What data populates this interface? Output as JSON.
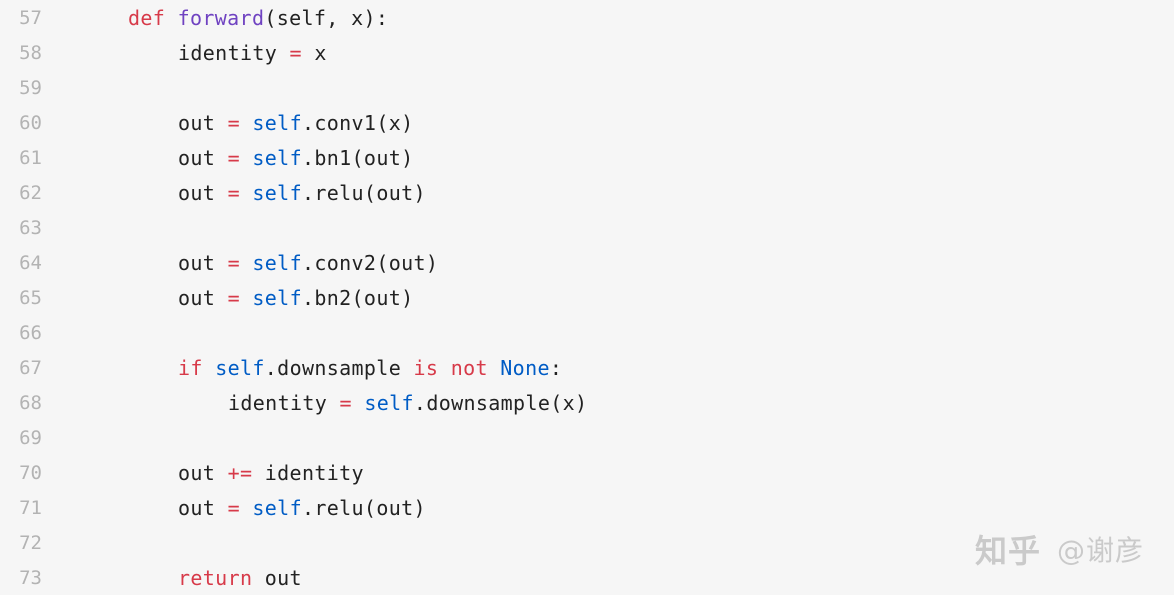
{
  "code": {
    "lines": [
      {
        "n": "57",
        "indent": 0,
        "tokens": [
          {
            "t": "def",
            "c": "kw"
          },
          {
            "t": " ",
            "c": "plain"
          },
          {
            "t": "forward",
            "c": "fn"
          },
          {
            "t": "(self, x):",
            "c": "plain"
          }
        ]
      },
      {
        "n": "58",
        "indent": 1,
        "tokens": [
          {
            "t": "identity ",
            "c": "plain"
          },
          {
            "t": "=",
            "c": "op"
          },
          {
            "t": " x",
            "c": "plain"
          }
        ]
      },
      {
        "n": "59",
        "indent": 0,
        "tokens": []
      },
      {
        "n": "60",
        "indent": 1,
        "tokens": [
          {
            "t": "out ",
            "c": "plain"
          },
          {
            "t": "=",
            "c": "op"
          },
          {
            "t": " ",
            "c": "plain"
          },
          {
            "t": "self",
            "c": "self"
          },
          {
            "t": ".conv1(x)",
            "c": "plain"
          }
        ]
      },
      {
        "n": "61",
        "indent": 1,
        "tokens": [
          {
            "t": "out ",
            "c": "plain"
          },
          {
            "t": "=",
            "c": "op"
          },
          {
            "t": " ",
            "c": "plain"
          },
          {
            "t": "self",
            "c": "self"
          },
          {
            "t": ".bn1(out)",
            "c": "plain"
          }
        ]
      },
      {
        "n": "62",
        "indent": 1,
        "tokens": [
          {
            "t": "out ",
            "c": "plain"
          },
          {
            "t": "=",
            "c": "op"
          },
          {
            "t": " ",
            "c": "plain"
          },
          {
            "t": "self",
            "c": "self"
          },
          {
            "t": ".relu(out)",
            "c": "plain"
          }
        ]
      },
      {
        "n": "63",
        "indent": 0,
        "tokens": []
      },
      {
        "n": "64",
        "indent": 1,
        "tokens": [
          {
            "t": "out ",
            "c": "plain"
          },
          {
            "t": "=",
            "c": "op"
          },
          {
            "t": " ",
            "c": "plain"
          },
          {
            "t": "self",
            "c": "self"
          },
          {
            "t": ".conv2(out)",
            "c": "plain"
          }
        ]
      },
      {
        "n": "65",
        "indent": 1,
        "tokens": [
          {
            "t": "out ",
            "c": "plain"
          },
          {
            "t": "=",
            "c": "op"
          },
          {
            "t": " ",
            "c": "plain"
          },
          {
            "t": "self",
            "c": "self"
          },
          {
            "t": ".bn2(out)",
            "c": "plain"
          }
        ]
      },
      {
        "n": "66",
        "indent": 0,
        "tokens": []
      },
      {
        "n": "67",
        "indent": 1,
        "tokens": [
          {
            "t": "if",
            "c": "kw"
          },
          {
            "t": " ",
            "c": "plain"
          },
          {
            "t": "self",
            "c": "self"
          },
          {
            "t": ".downsample ",
            "c": "plain"
          },
          {
            "t": "is",
            "c": "kw"
          },
          {
            "t": " ",
            "c": "plain"
          },
          {
            "t": "not",
            "c": "kw"
          },
          {
            "t": " ",
            "c": "plain"
          },
          {
            "t": "None",
            "c": "const"
          },
          {
            "t": ":",
            "c": "plain"
          }
        ]
      },
      {
        "n": "68",
        "indent": 2,
        "tokens": [
          {
            "t": "identity ",
            "c": "plain"
          },
          {
            "t": "=",
            "c": "op"
          },
          {
            "t": " ",
            "c": "plain"
          },
          {
            "t": "self",
            "c": "self"
          },
          {
            "t": ".downsample(x)",
            "c": "plain"
          }
        ]
      },
      {
        "n": "69",
        "indent": 0,
        "tokens": []
      },
      {
        "n": "70",
        "indent": 1,
        "tokens": [
          {
            "t": "out ",
            "c": "plain"
          },
          {
            "t": "+=",
            "c": "op"
          },
          {
            "t": " identity",
            "c": "plain"
          }
        ]
      },
      {
        "n": "71",
        "indent": 1,
        "tokens": [
          {
            "t": "out ",
            "c": "plain"
          },
          {
            "t": "=",
            "c": "op"
          },
          {
            "t": " ",
            "c": "plain"
          },
          {
            "t": "self",
            "c": "self"
          },
          {
            "t": ".relu(out)",
            "c": "plain"
          }
        ]
      },
      {
        "n": "72",
        "indent": 0,
        "tokens": []
      },
      {
        "n": "73",
        "indent": 1,
        "tokens": [
          {
            "t": "return",
            "c": "kw"
          },
          {
            "t": " out",
            "c": "plain"
          }
        ]
      }
    ]
  },
  "watermark": {
    "site": "知乎",
    "author": "@谢彦"
  },
  "colors": {
    "keyword": "#d73a49",
    "function": "#6f42c1",
    "self": "#005cc5",
    "text": "#222222",
    "line_number": "#b3b3b3",
    "background": "#f6f6f6"
  }
}
